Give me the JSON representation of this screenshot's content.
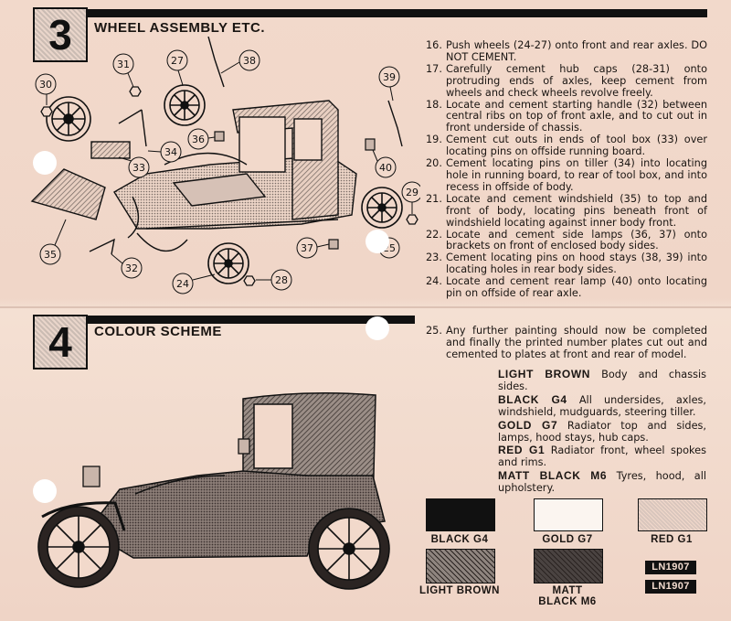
{
  "step3": {
    "number": "3",
    "title": "WHEEL ASSEMBLY ETC.",
    "part_labels": [
      "31",
      "27",
      "38",
      "30",
      "39",
      "36",
      "34",
      "33",
      "40",
      "29",
      "35",
      "37",
      "25",
      "32",
      "24",
      "28"
    ],
    "instructions": [
      {
        "n": "16.",
        "text": "Push wheels (24-27) onto front and rear axles. DO NOT CEMENT."
      },
      {
        "n": "17.",
        "text": "Carefully cement hub caps (28-31) onto protruding ends of axles, keep cement from wheels and check wheels revolve freely."
      },
      {
        "n": "18.",
        "text": "Locate and cement starting handle (32) between central ribs on top of front axle, and to cut out in front underside of chassis."
      },
      {
        "n": "19.",
        "text": "Cement cut outs in ends of tool box (33) over locating pins on offside running board."
      },
      {
        "n": "20.",
        "text": "Cement locating pins on tiller (34) into locating hole in running board, to rear of tool box, and into recess in offside of body."
      },
      {
        "n": "21.",
        "text": "Locate and cement windshield (35) to top and front of body, locating pins beneath front of windshield locating against inner body front."
      },
      {
        "n": "22.",
        "text": "Locate and cement side lamps (36, 37) onto brackets on front of enclosed body sides."
      },
      {
        "n": "23.",
        "text": "Cement locating pins on hood stays (38, 39) into locating holes in rear body sides."
      },
      {
        "n": "24.",
        "text": "Locate and cement rear lamp (40) onto locating pin on offside of rear axle."
      }
    ]
  },
  "step4": {
    "number": "4",
    "title": "COLOUR SCHEME",
    "intro": {
      "n": "25.",
      "text": "Any further painting should now be completed and finally the printed number plates cut out and cemented to plates at front and rear of model."
    },
    "scheme": [
      {
        "colour": "LIGHT BROWN",
        "parts": "Body and chassis sides."
      },
      {
        "colour": "BLACK G4",
        "parts": "All undersides, axles, windshield, mudguards, steering tiller."
      },
      {
        "colour": "GOLD G7",
        "parts": "Radiator top and sides, lamps, hood stays, hub caps."
      },
      {
        "colour": "RED G1",
        "parts": "Radiator front, wheel spokes and rims."
      },
      {
        "colour": "MATT BLACK M6",
        "parts": "Tyres, hood, all upholstery."
      }
    ],
    "swatches": [
      {
        "label": "BLACK G4",
        "fill": "#111111"
      },
      {
        "label": "GOLD G7",
        "fill": "#fbf5f0"
      },
      {
        "label": "RED G1",
        "fill": "#d9c6bd"
      },
      {
        "label": "LIGHT BROWN",
        "fill": "#8f857f"
      },
      {
        "label": "MATT BLACK M6",
        "fill": "#4a4341"
      }
    ],
    "number_plates": [
      "LN1907",
      "LN1907"
    ]
  },
  "colors": {
    "ink": "#111111",
    "paper": "#f2d9cb"
  }
}
